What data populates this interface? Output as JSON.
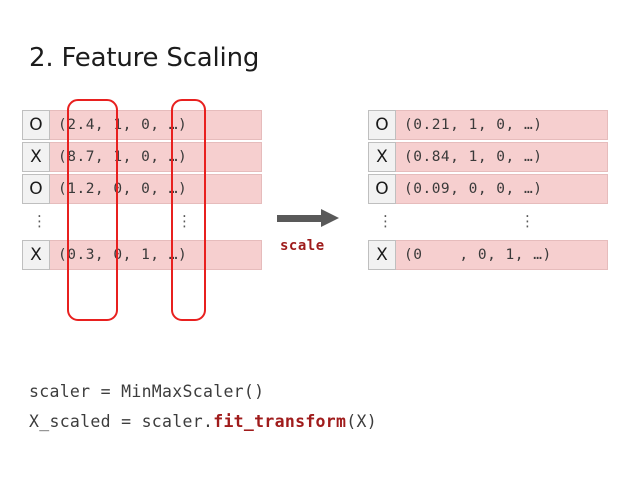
{
  "slide": {
    "title": "2. Feature Scaling"
  },
  "transform": {
    "arrow_icon": "arrow-right-icon",
    "label": "scale"
  },
  "tables": {
    "before": {
      "name": "raw-feature-table",
      "rows": [
        {
          "label": "O",
          "values": "(2.4, 1, 0, …)"
        },
        {
          "label": "X",
          "values": "(8.7, 1, 0, …)"
        },
        {
          "label": "O",
          "values": "(1.2, 0, 0, …)"
        },
        {
          "label": "⋮",
          "values": "⋮",
          "is_gap": true
        },
        {
          "label": "X",
          "values": "(0.3, 0, 1, …)"
        }
      ]
    },
    "after": {
      "name": "scaled-feature-table",
      "rows": [
        {
          "label": "O",
          "values": "(0.21, 1, 0, …)"
        },
        {
          "label": "X",
          "values": "(0.84, 1, 0, …)"
        },
        {
          "label": "O",
          "values": "(0.09, 0, 0, …)"
        },
        {
          "label": "⋮",
          "values": "⋮",
          "is_gap": true
        },
        {
          "label": "X",
          "values": "(0    , 0, 1, …)"
        }
      ]
    }
  },
  "highlights": [
    {
      "name": "highlight-column-1",
      "color": "#e8201f"
    },
    {
      "name": "highlight-column-3",
      "color": "#e8201f"
    }
  ],
  "code": {
    "line1": "scaler = MinMaxScaler()",
    "line2_prefix": "X_scaled = scaler.",
    "line2_accent": "fit_transform",
    "line2_suffix": "(X)"
  },
  "colors": {
    "row_background": "#f6cfcf",
    "label_background": "#f2f2f2",
    "highlight_stroke": "#e8201f",
    "arrow": "#595959",
    "accent_text": "#a01c1c"
  }
}
